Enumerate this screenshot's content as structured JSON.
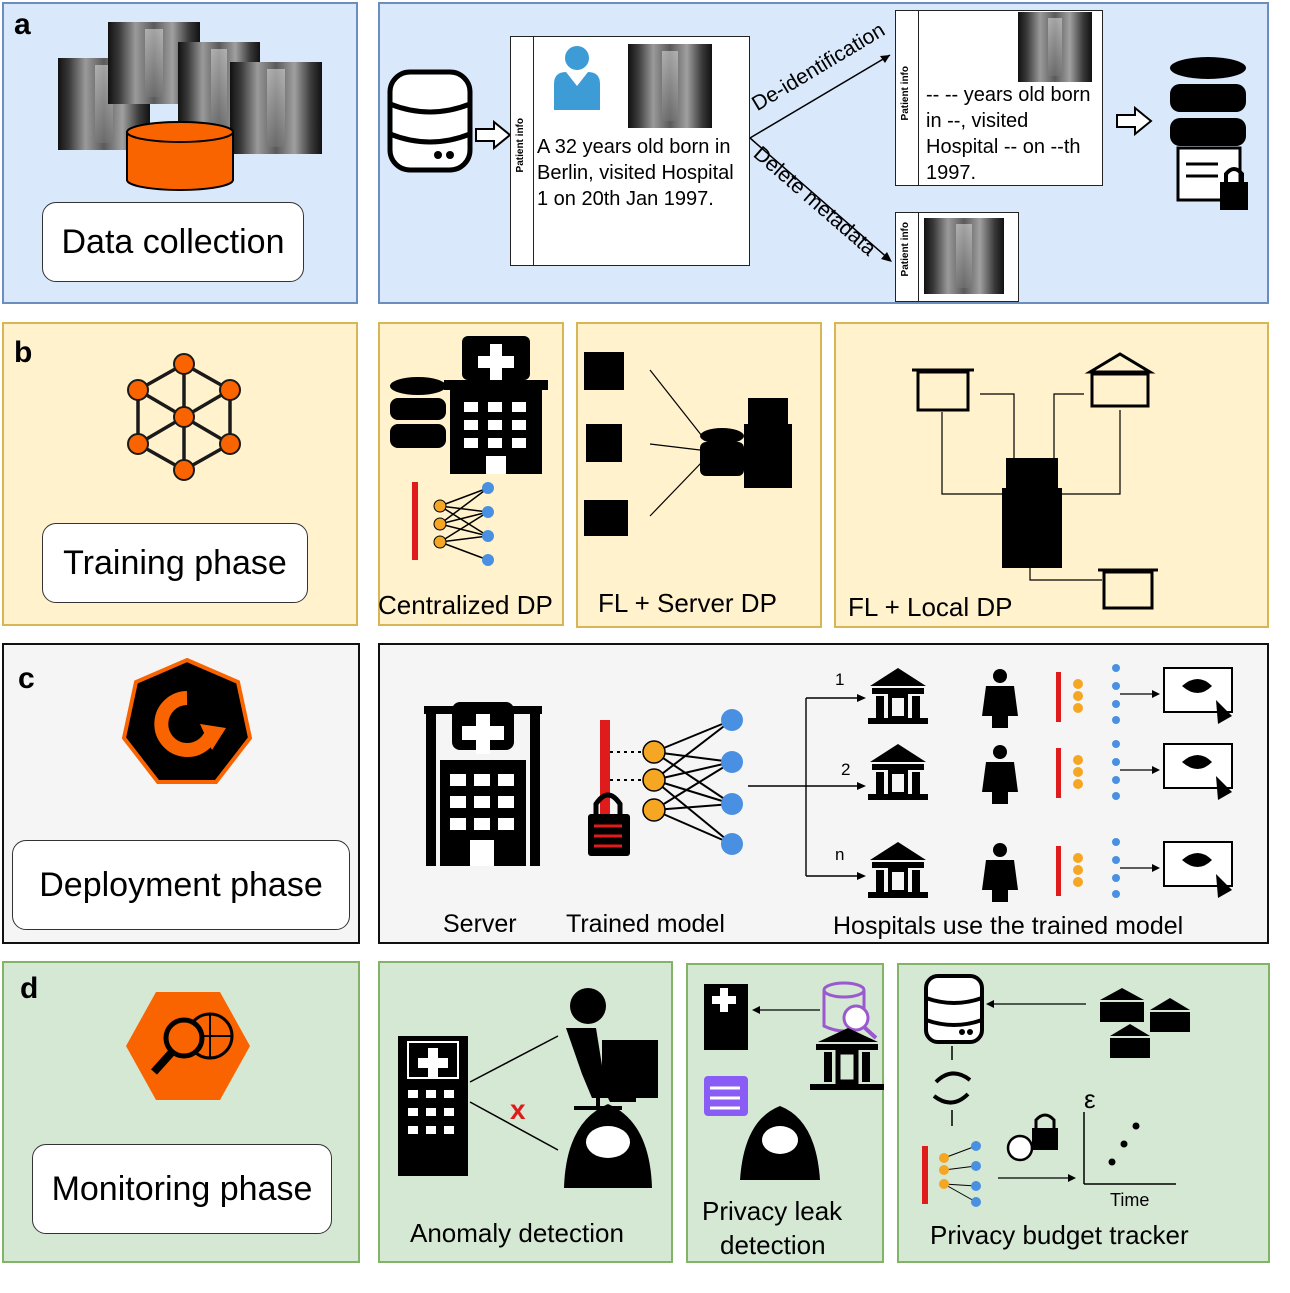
{
  "panel_a": {
    "letter": "a",
    "phase_label": "Data collection",
    "card_label": "Patient info",
    "patient_text": "A 32 years old born in Berlin, visited Hospital 1 on 20th Jan 1997.",
    "deid_text": "-- -- years old born in --, visited Hospital -- on --th 1997.",
    "arrow_top": "De-identification",
    "arrow_bottom": "Delete metadata"
  },
  "panel_b": {
    "letter": "b",
    "phase_label": "Training phase",
    "sub1": "Centralized DP",
    "sub2": "FL + Server DP",
    "sub3": "FL + Local DP"
  },
  "panel_c": {
    "letter": "c",
    "phase_label": "Deployment phase",
    "server": "Server",
    "model": "Trained model",
    "hospitals": "Hospitals use the trained model",
    "idx1": "1",
    "idx2": "2",
    "idxn": "n"
  },
  "panel_d": {
    "letter": "d",
    "phase_label": "Monitoring phase",
    "anomaly": "Anomaly detection",
    "leak_line1": "Privacy leak",
    "leak_line2": "detection",
    "budget": "Privacy budget tracker",
    "epsilon": "ε",
    "time": "Time",
    "x_mark": "x"
  },
  "colors": {
    "orange": "#fa6400",
    "blue_bg": "#dae8fc",
    "yellow_bg": "#fff2cc",
    "gray_bg": "#f5f5f5",
    "green_bg": "#d5e8d4",
    "node_orange": "#f5a623",
    "node_blue": "#4a90e2",
    "red_bar": "#e01b1b"
  }
}
